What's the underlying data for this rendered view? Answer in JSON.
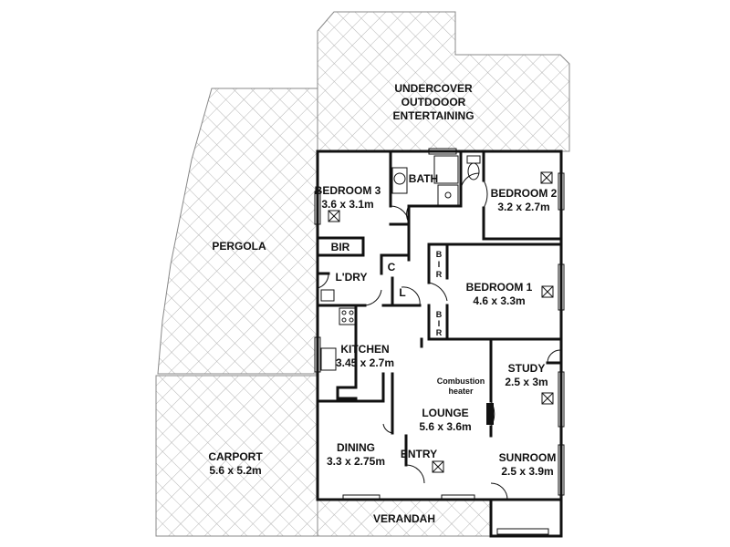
{
  "rooms": {
    "undercover": [
      "UNDERCOVER",
      "OUTDOOOR",
      "ENTERTAINING"
    ],
    "pergola": "PERGOLA",
    "carport": {
      "name": "CARPORT",
      "size": "5.6 x 5.2m"
    },
    "bedroom3": {
      "name": "BEDROOM 3",
      "size": "3.6 x 3.1m"
    },
    "bath": "BATH",
    "bedroom2": {
      "name": "BEDROOM 2",
      "size": "3.2 x 2.7m"
    },
    "bir_b3": "BIR",
    "bedroom1": {
      "name": "BEDROOM 1",
      "size": "4.6 x 3.3m"
    },
    "bir_v1": [
      "B",
      "I",
      "R"
    ],
    "bir_v2": [
      "B",
      "I",
      "R"
    ],
    "laundry": "L'DRY",
    "linen_c": "C",
    "linen_l": "L",
    "kitchen": {
      "name": "KITCHEN",
      "size": "3.45 x 2.7m"
    },
    "study": {
      "name": "STUDY",
      "size": "2.5 x 3m"
    },
    "combustion": [
      "Combustion",
      "heater"
    ],
    "lounge": {
      "name": "LOUNGE",
      "size": "5.6 x 3.6m"
    },
    "dining": {
      "name": "DINING",
      "size": "3.3 x 2.75m"
    },
    "entry": "ENTRY",
    "sunroom": {
      "name": "SUNROOM",
      "size": "2.5 x 3.9m"
    },
    "verandah": "VERANDAH"
  },
  "colors": {
    "hatch": "#b5b5b5",
    "wall": "#111111",
    "background": "#ffffff"
  }
}
